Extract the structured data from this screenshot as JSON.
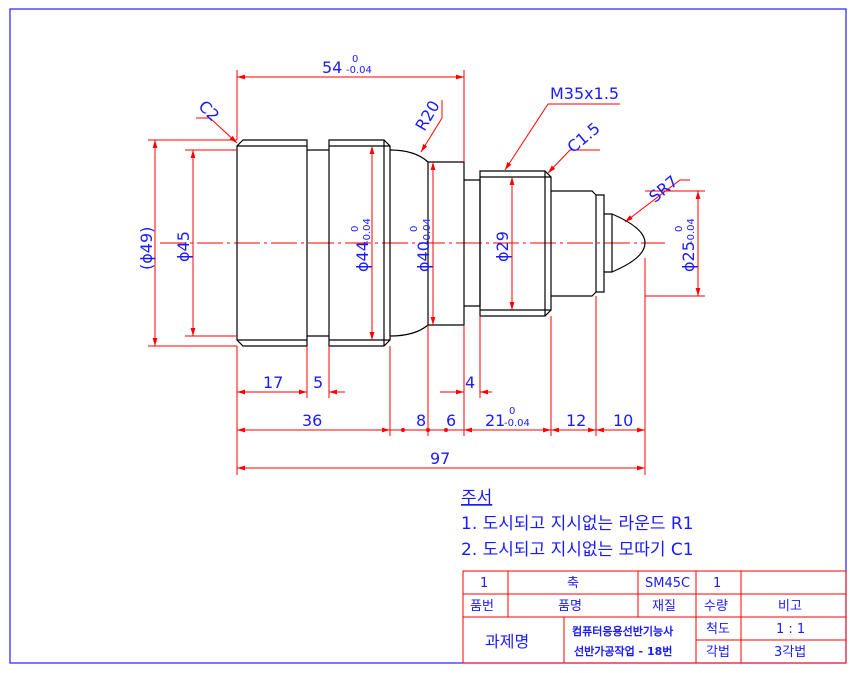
{
  "dimensions": {
    "len_54": "54",
    "tol_54_upper": "0",
    "tol_54_lower": "-0.04",
    "chamfer_c2": "C2",
    "radius_r20": "R20",
    "thread": "M35x1.5",
    "chamfer_c15": "C1.5",
    "sphere_sr7": "SR7",
    "dia_49": "(ϕ49)",
    "dia_45": "ϕ45",
    "dia_44": "ϕ44",
    "dia_44_upper": "0",
    "dia_44_lower": "-0.04",
    "dia_40": "ϕ40",
    "dia_40_upper": "0",
    "dia_40_lower": "-0.04",
    "dia_29": "ϕ29",
    "dia_25": "ϕ25",
    "dia_25_upper": "0",
    "dia_25_lower": "-0.04",
    "len_17": "17",
    "len_5": "5",
    "len_4": "4",
    "len_36": "36",
    "len_8": "8",
    "len_6": "6",
    "len_21": "21",
    "tol_21_upper": "0",
    "tol_21_lower": "-0.04",
    "len_12": "12",
    "len_10": "10",
    "len_97": "97"
  },
  "notes": {
    "title": "주서",
    "line1": "1. 도시되고 지시없는 라운드 R1",
    "line2": "2. 도시되고 지시없는 모따기 C1"
  },
  "title_block": {
    "part_no": "1",
    "part_name": "축",
    "material": "SM45C",
    "quantity": "1",
    "remarks": "",
    "hdr_part_no": "품번",
    "hdr_part_name": "품명",
    "hdr_material": "재질",
    "hdr_quantity": "수량",
    "hdr_remarks": "비고",
    "task_label": "과제명",
    "task_line1": "컴퓨터응용선반기능사",
    "task_line2": "선반가공작업 - 18번",
    "scale_label": "척도",
    "scale_value": "1 : 1",
    "projection_label": "각법",
    "projection_value": "3각법"
  },
  "colors": {
    "part": "#000000",
    "dimension": "#ff0000",
    "text": "#1a1aff",
    "centerline": "#ff0000",
    "border": "#2020ff"
  }
}
